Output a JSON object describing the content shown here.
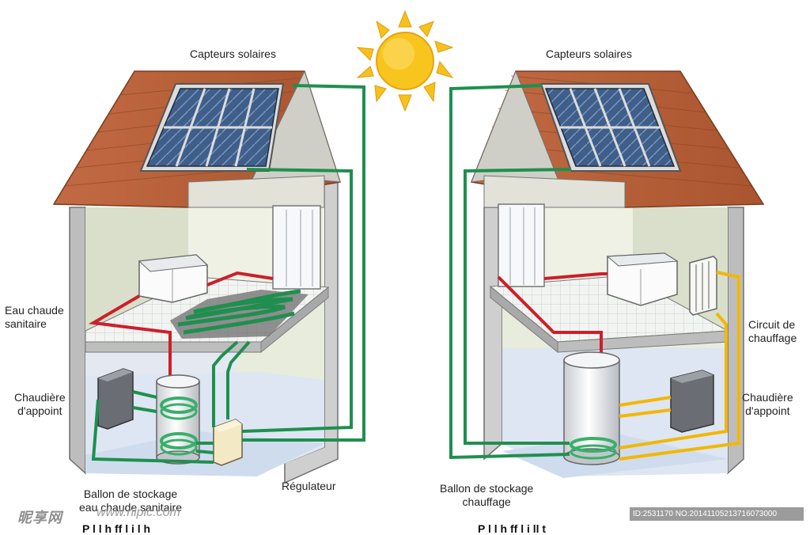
{
  "labels": {
    "left_panel_title": "Capteurs solaires",
    "right_panel_title": "Capteurs solaires",
    "left_hot_water": "Eau chaude\nsanitaire",
    "left_boiler": "Chaudière\nd'appoint",
    "left_tank": "Ballon de stockage\neau chaude sanitaire",
    "left_regulator": "Régulateur",
    "right_heating_circuit": "Circuit de\nchauffage",
    "right_boiler": "Chaudière\nd'appoint",
    "right_tank": "Ballon de stockage\nchauffage",
    "left_caption_cut": "P   l      l     h   ff        l i          l   h  ",
    "right_caption_cut": "P   l      l     h   ff        l i               ll t  "
  },
  "watermark": {
    "logo": "昵享网",
    "url": "www.nipic.com",
    "id_text": "ID:2531170 NO:20141105213716073000"
  },
  "colors": {
    "solar_loop": "#1f8f4f",
    "hot_water": "#cc1f2a",
    "heating": "#f2b705",
    "roof": "#b8623d",
    "sun": "#f6c21a"
  }
}
